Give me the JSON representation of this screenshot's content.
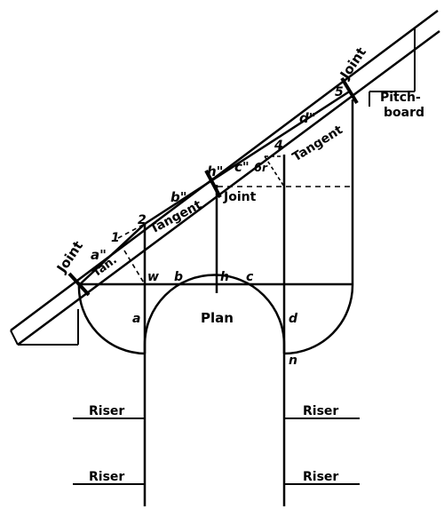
{
  "labels": {
    "joint_left": "Joint",
    "joint_mid": "Joint",
    "joint_right": "Joint",
    "pitch_line1": "Pitch-",
    "pitch_line2": "board",
    "tan_short": "Tan.",
    "tangent_1": "Tangent",
    "tangent_2": "Tangent",
    "plan": "Plan",
    "riser_1": "Riser",
    "riser_2": "Riser",
    "riser_3": "Riser",
    "riser_4": "Riser",
    "a_pp": "a\"",
    "b_pp": "b\"",
    "c_pp": "c\"",
    "d_pp": "d\"",
    "h_pp": "h\"",
    "n1": "1",
    "n2": "2",
    "n4": "4",
    "n5": "5",
    "n6": "6",
    "r": "r",
    "w": "w",
    "b": "b",
    "h": "h",
    "c": "c",
    "a": "a",
    "d": "d",
    "n": "n"
  }
}
